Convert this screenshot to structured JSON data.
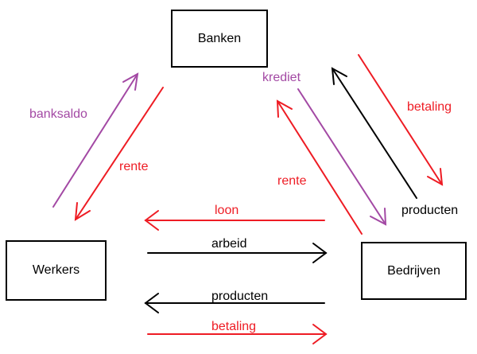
{
  "colors": {
    "money": "#ee1c24",
    "credit": "#a349a4",
    "goods": "#000000"
  },
  "boxes": {
    "banks": "Banken",
    "workers": "Werkers",
    "companies": "Bedrijven"
  },
  "labels": {
    "bank_balance": "banksaldo",
    "interest_workers": "rente",
    "credit": "krediet",
    "payment_bank": "betaling",
    "interest_companies": "rente",
    "products_bank": "producten",
    "wages": "loon",
    "labour": "arbeid",
    "products": "producten",
    "payment": "betaling"
  }
}
